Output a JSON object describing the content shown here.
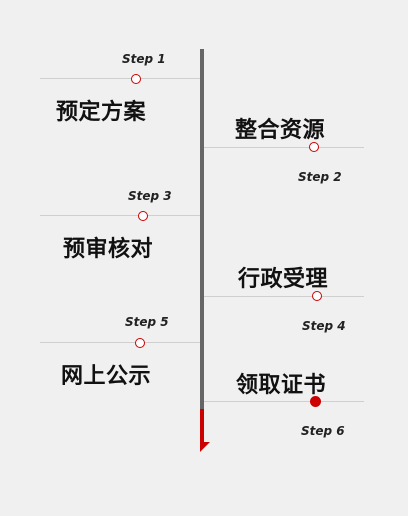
{
  "steps": [
    {
      "label": "Step 1",
      "title": "预定方案",
      "accent": "#cc0000",
      "dot": "hollow"
    },
    {
      "label": "Step 2",
      "title": "整合资源",
      "accent": "#cc0000",
      "dot": "hollow"
    },
    {
      "label": "Step 3",
      "title": "预审核对",
      "accent": "#cc0000",
      "dot": "hollow"
    },
    {
      "label": "Step 4",
      "title": "行政受理",
      "accent": "#cc0000",
      "dot": "hollow"
    },
    {
      "label": "Step 5",
      "title": "网上公示",
      "accent": "#cc0000",
      "dot": "hollow"
    },
    {
      "label": "Step 6",
      "title": "领取证书",
      "accent": "#cc0000",
      "dot": "filled"
    }
  ],
  "colors": {
    "background": "#f0f0f0",
    "timeline": "#666666",
    "timeline_end": "#cc0000",
    "divider": "#cfcfcf"
  }
}
